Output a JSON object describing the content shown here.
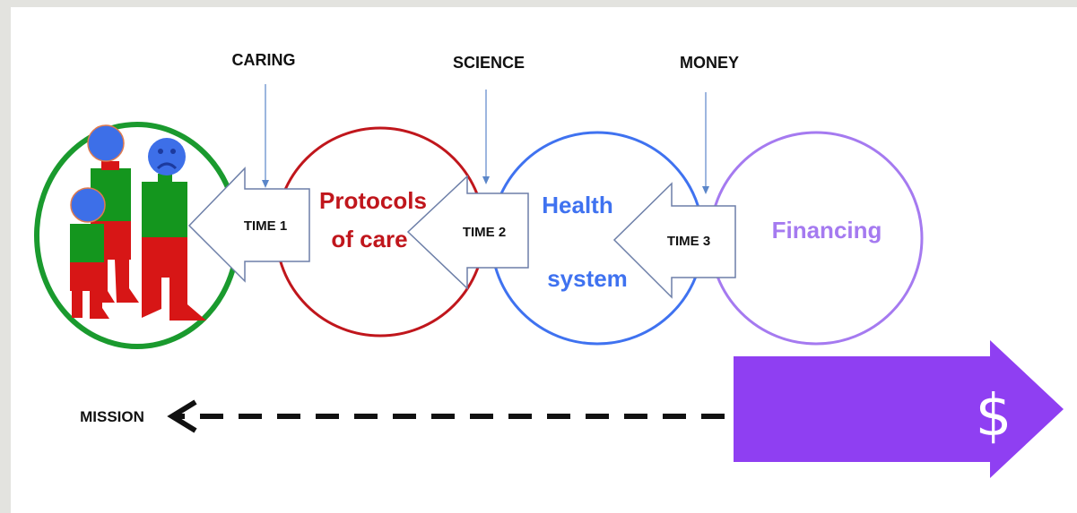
{
  "labels": {
    "caring": "CARING",
    "science": "SCIENCE",
    "money": "MONEY",
    "time1": "TIME 1",
    "time2": "TIME 2",
    "time3": "TIME 3",
    "protocols_line1": "Protocols",
    "protocols_line2": "of care",
    "health_line1": "Health",
    "health_line2": "system",
    "financing": "Financing",
    "mission": "MISSION",
    "dollar": "$"
  },
  "colors": {
    "background": "#e3e3df",
    "panel": "#ffffff",
    "patients_ring": "#1a9a2e",
    "protocols": "#c0161c",
    "health": "#3f72f0",
    "financing": "#a57af0",
    "purple_arrow": "#8f3ff2",
    "figure_green": "#14961e",
    "figure_red": "#d71616",
    "head_blue": "#3d6fe8"
  }
}
